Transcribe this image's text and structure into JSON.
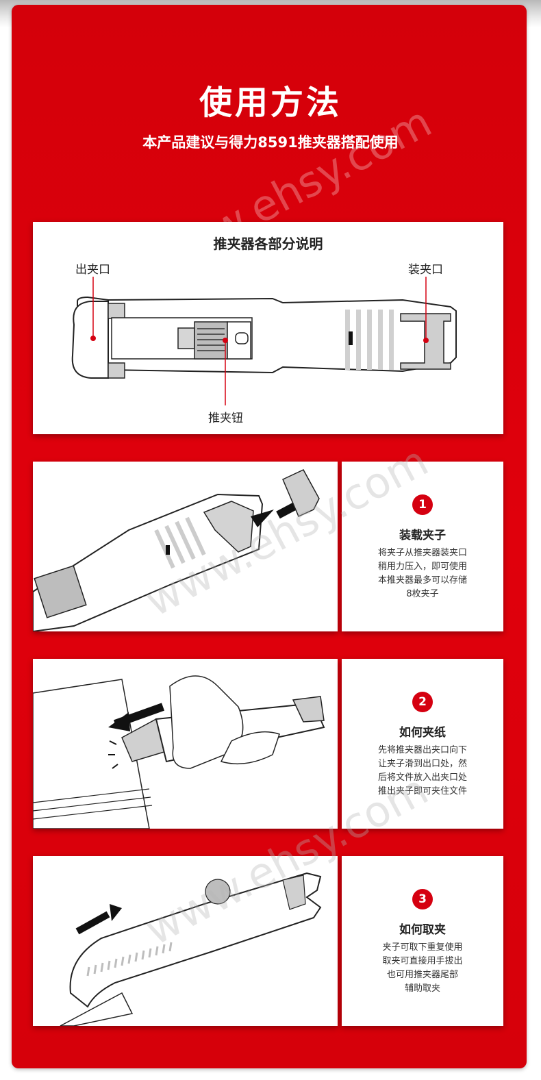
{
  "header": {
    "title": "使用方法",
    "subtitle": "本产品建议与得力8591推夹器搭配使用"
  },
  "parts": {
    "title": "推夹器各部分说明",
    "outlet_label": "出夹口",
    "inlet_label": "装夹口",
    "button_label": "推夹钮"
  },
  "steps": [
    {
      "number": "1",
      "title": "装载夹子",
      "lines": [
        "将夹子从推夹器装夹口",
        "稍用力压入，即可使用",
        "本推夹器最多可以存储",
        "8枚夹子"
      ]
    },
    {
      "number": "2",
      "title": "如何夹纸",
      "lines": [
        "先将推夹器出夹口向下",
        "让夹子滑到出口处，然",
        "后将文件放入出夹口处",
        "推出夹子即可夹住文件"
      ]
    },
    {
      "number": "3",
      "title": "如何取夹",
      "lines": [
        "夹子可取下重复使用",
        "取夹可直接用手拔出",
        "也可用推夹器尾部",
        "辅助取夹"
      ]
    }
  ],
  "watermark": "www.ehsy.com",
  "colors": {
    "brand_red": "#d9000a",
    "accent_red": "#d50010"
  }
}
